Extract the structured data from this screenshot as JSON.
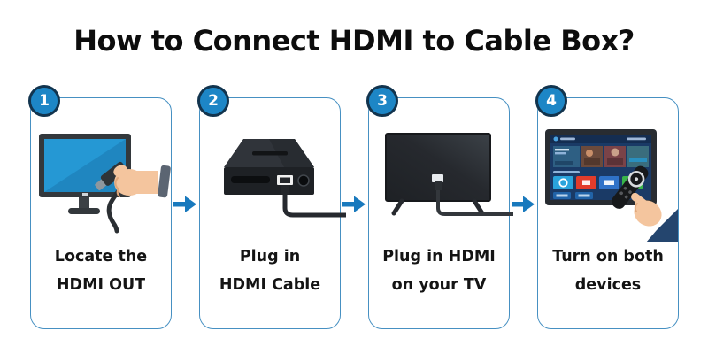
{
  "title": "How to Connect HDMI to Cable Box?",
  "steps": [
    {
      "number": "1",
      "label_lines": [
        "Locate the",
        "HDMI OUT"
      ],
      "illustration": "monitor-with-hand-holding-hdmi-icon"
    },
    {
      "number": "2",
      "label_lines": [
        "Plug in",
        "HDMI Cable"
      ],
      "illustration": "cable-box-with-hdmi-cable-icon"
    },
    {
      "number": "3",
      "label_lines": [
        "Plug in HDMI",
        "on your TV"
      ],
      "illustration": "tv-back-with-hdmi-cable-icon"
    },
    {
      "number": "4",
      "label_lines": [
        "Turn on both",
        "devices"
      ],
      "illustration": "smart-tv-with-remote-hand-icon"
    }
  ],
  "icons": {
    "separator": "arrow-right-icon"
  },
  "colors": {
    "background": "#ffffff",
    "title_text": "#0d0d0d",
    "card_border": "#4690c2",
    "badge_fill": "#1d86c6",
    "badge_ring": "#12344e",
    "badge_number": "#ffffff",
    "arrow": "#1879bd",
    "step_text": "#141414",
    "monitor_screen_blue": "#2598d4",
    "device_dark": "#24282c",
    "hand_skin": "#f4c59e",
    "sleeve_gray": "#5b6572",
    "sleeve_navy": "#24456e",
    "tile_cyan": "#2aa4dc",
    "tile_red": "#e23c2b",
    "tile_blue": "#2f72c8",
    "tile_green": "#39b54a"
  }
}
